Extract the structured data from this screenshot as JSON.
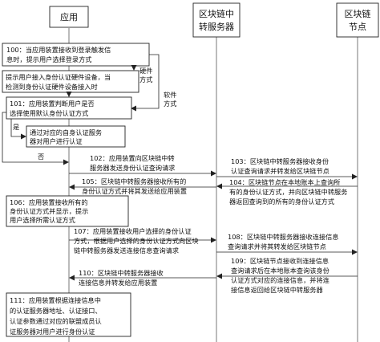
{
  "headers": {
    "app": "应用",
    "server_line1": "区块链中",
    "server_line2": "转服务器",
    "node_line1": "区块链",
    "node_line2": "节点"
  },
  "steps": {
    "s100": [
      "100：当应用装置接收到登录触发信",
      "息时，提示用户选择登录方式"
    ],
    "hw_label": [
      "硬件",
      "方式"
    ],
    "s_hw": [
      "提示用户接入身份认证硬件设备，当",
      "检测到身份认证硬件设备接入时"
    ],
    "sw_label": [
      "软件",
      "方式"
    ],
    "s101": [
      "101：应用装置判断用户是否",
      "选择使用默认身份认证方式"
    ],
    "yes_label": "是",
    "s_yes": [
      "通过对应的自身认证服务",
      "器对用户进行认证"
    ],
    "no_label": "否",
    "s102": [
      "102：应用装置向区块链中转",
      "服务器发送身份认证查询请求"
    ],
    "s103": [
      "103：区块链中转服务器接收身份",
      "认证查询请求并转发给区块链节点"
    ],
    "s104": [
      "104：区块链节点在本地账本上查询所",
      "有的身份认证方式，并向区块链中转服务",
      "器返回查询到的所有的身份认证方式"
    ],
    "s105": [
      "105：区块链中转服务器接收所有的",
      "身份认证方式并将其发送给应用装置"
    ],
    "s106": [
      "106：应用装置接收所有的",
      "身份认证方式并显示，提示",
      "用户选择所需认证方式"
    ],
    "s107": [
      "107：应用装置接收用户选择的身份认证",
      "方式，根据用户选择的身份认证方式向区块",
      "链中转服务器发送连接信息查询请求"
    ],
    "s108": [
      "108：区块链中转服务器接收连接信息",
      "查询请求并将其转发给区块链节点"
    ],
    "s109": [
      "109：区块链节点接收到连接信息",
      "查询请求后在本地账本查询该身份",
      "认证方式对应的连接信息，并将连",
      "接信息返回给区块链中转服务器"
    ],
    "s110": [
      "110：区块链中转服务器接收",
      "连接信息并转发给应用装置"
    ],
    "s111": [
      "111：应用装置根据连接信息中",
      "的认证服务器地址、认证接口、",
      "认证参数通过对应的联盟成员认",
      "证服务器对用户进行身份认证"
    ]
  }
}
